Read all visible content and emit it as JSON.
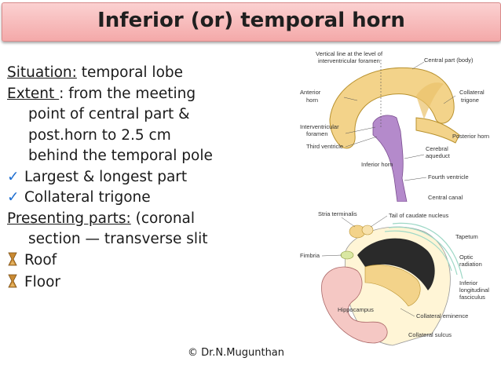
{
  "slide": {
    "title": "Inferior (or) temporal horn",
    "lines": [
      {
        "label": "Situation:",
        "rest": " temporal lobe"
      },
      {
        "label": "Extent ",
        "rest": ": from the meeting"
      },
      {
        "text": "point of central part &"
      },
      {
        "text": "post.horn  to 2.5 cm"
      },
      {
        "text": "behind the  temporal pole"
      },
      {
        "check": "✓",
        "text": "Largest & longest part"
      },
      {
        "check": "✓",
        "text": "Collateral trigone"
      },
      {
        "label": "Presenting parts:",
        "rest": " (coronal"
      },
      {
        "text": "section — transverse slit"
      },
      {
        "text": "Roof"
      },
      {
        "text": "Floor"
      }
    ],
    "credit": "© Dr.N.Mugunthan"
  },
  "diagram_top": {
    "labels": [
      "Vertical line at the level of",
      "interventricular foramen",
      "Central part (body)",
      "Anterior",
      "horn",
      "Collateral",
      "trigone",
      "Posterior horn",
      "Interventricular",
      "foramen",
      "Third ventricle",
      "Cerebral",
      "aqueduct",
      "Inferior horn",
      "Fourth ventricle",
      "Central canal"
    ]
  },
  "diagram_bottom": {
    "labels": [
      "Stria terminalis",
      "Tail of caudate nucleus",
      "Tapetum",
      "Fimbria",
      "Optic",
      "radiation",
      "Inferior",
      "longitudinal",
      "fasciculus",
      "Hippocampus",
      "Collateral eminence",
      "Collateral sulcus"
    ]
  },
  "colors": {
    "title_bg": "#f4a9a9",
    "check": "#1f6fd1",
    "ventricle": "#f3d38a",
    "lower_ventricle": "#b48acb",
    "hippocampus": "#f5c8c4"
  },
  "icons": {
    "bullet": "hourglass-bullet-icon",
    "check": "checkmark-icon"
  }
}
